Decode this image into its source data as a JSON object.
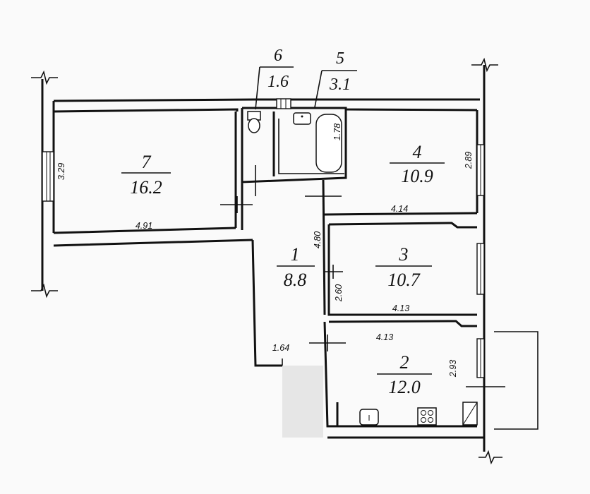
{
  "rooms": [
    {
      "id": "1",
      "number": "1",
      "area": "8.8"
    },
    {
      "id": "2",
      "number": "2",
      "area": "12.0"
    },
    {
      "id": "3",
      "number": "3",
      "area": "10.7"
    },
    {
      "id": "4",
      "number": "4",
      "area": "10.9"
    },
    {
      "id": "5",
      "number": "5",
      "area": "3.1"
    },
    {
      "id": "6",
      "number": "6",
      "area": "1.6"
    },
    {
      "id": "7",
      "number": "7",
      "area": "16.2"
    }
  ],
  "dimensions": {
    "room7_height": "3.29",
    "room7_width": "4.91",
    "room4_height": "2.89",
    "room4_width": "4.14",
    "bath_length": "1.78",
    "hall_length": "4.80",
    "hall_width": "2.60",
    "room3_width": "4.13",
    "room2_width": "4.13",
    "room2_height": "2.93",
    "entry_width": "1.64"
  }
}
